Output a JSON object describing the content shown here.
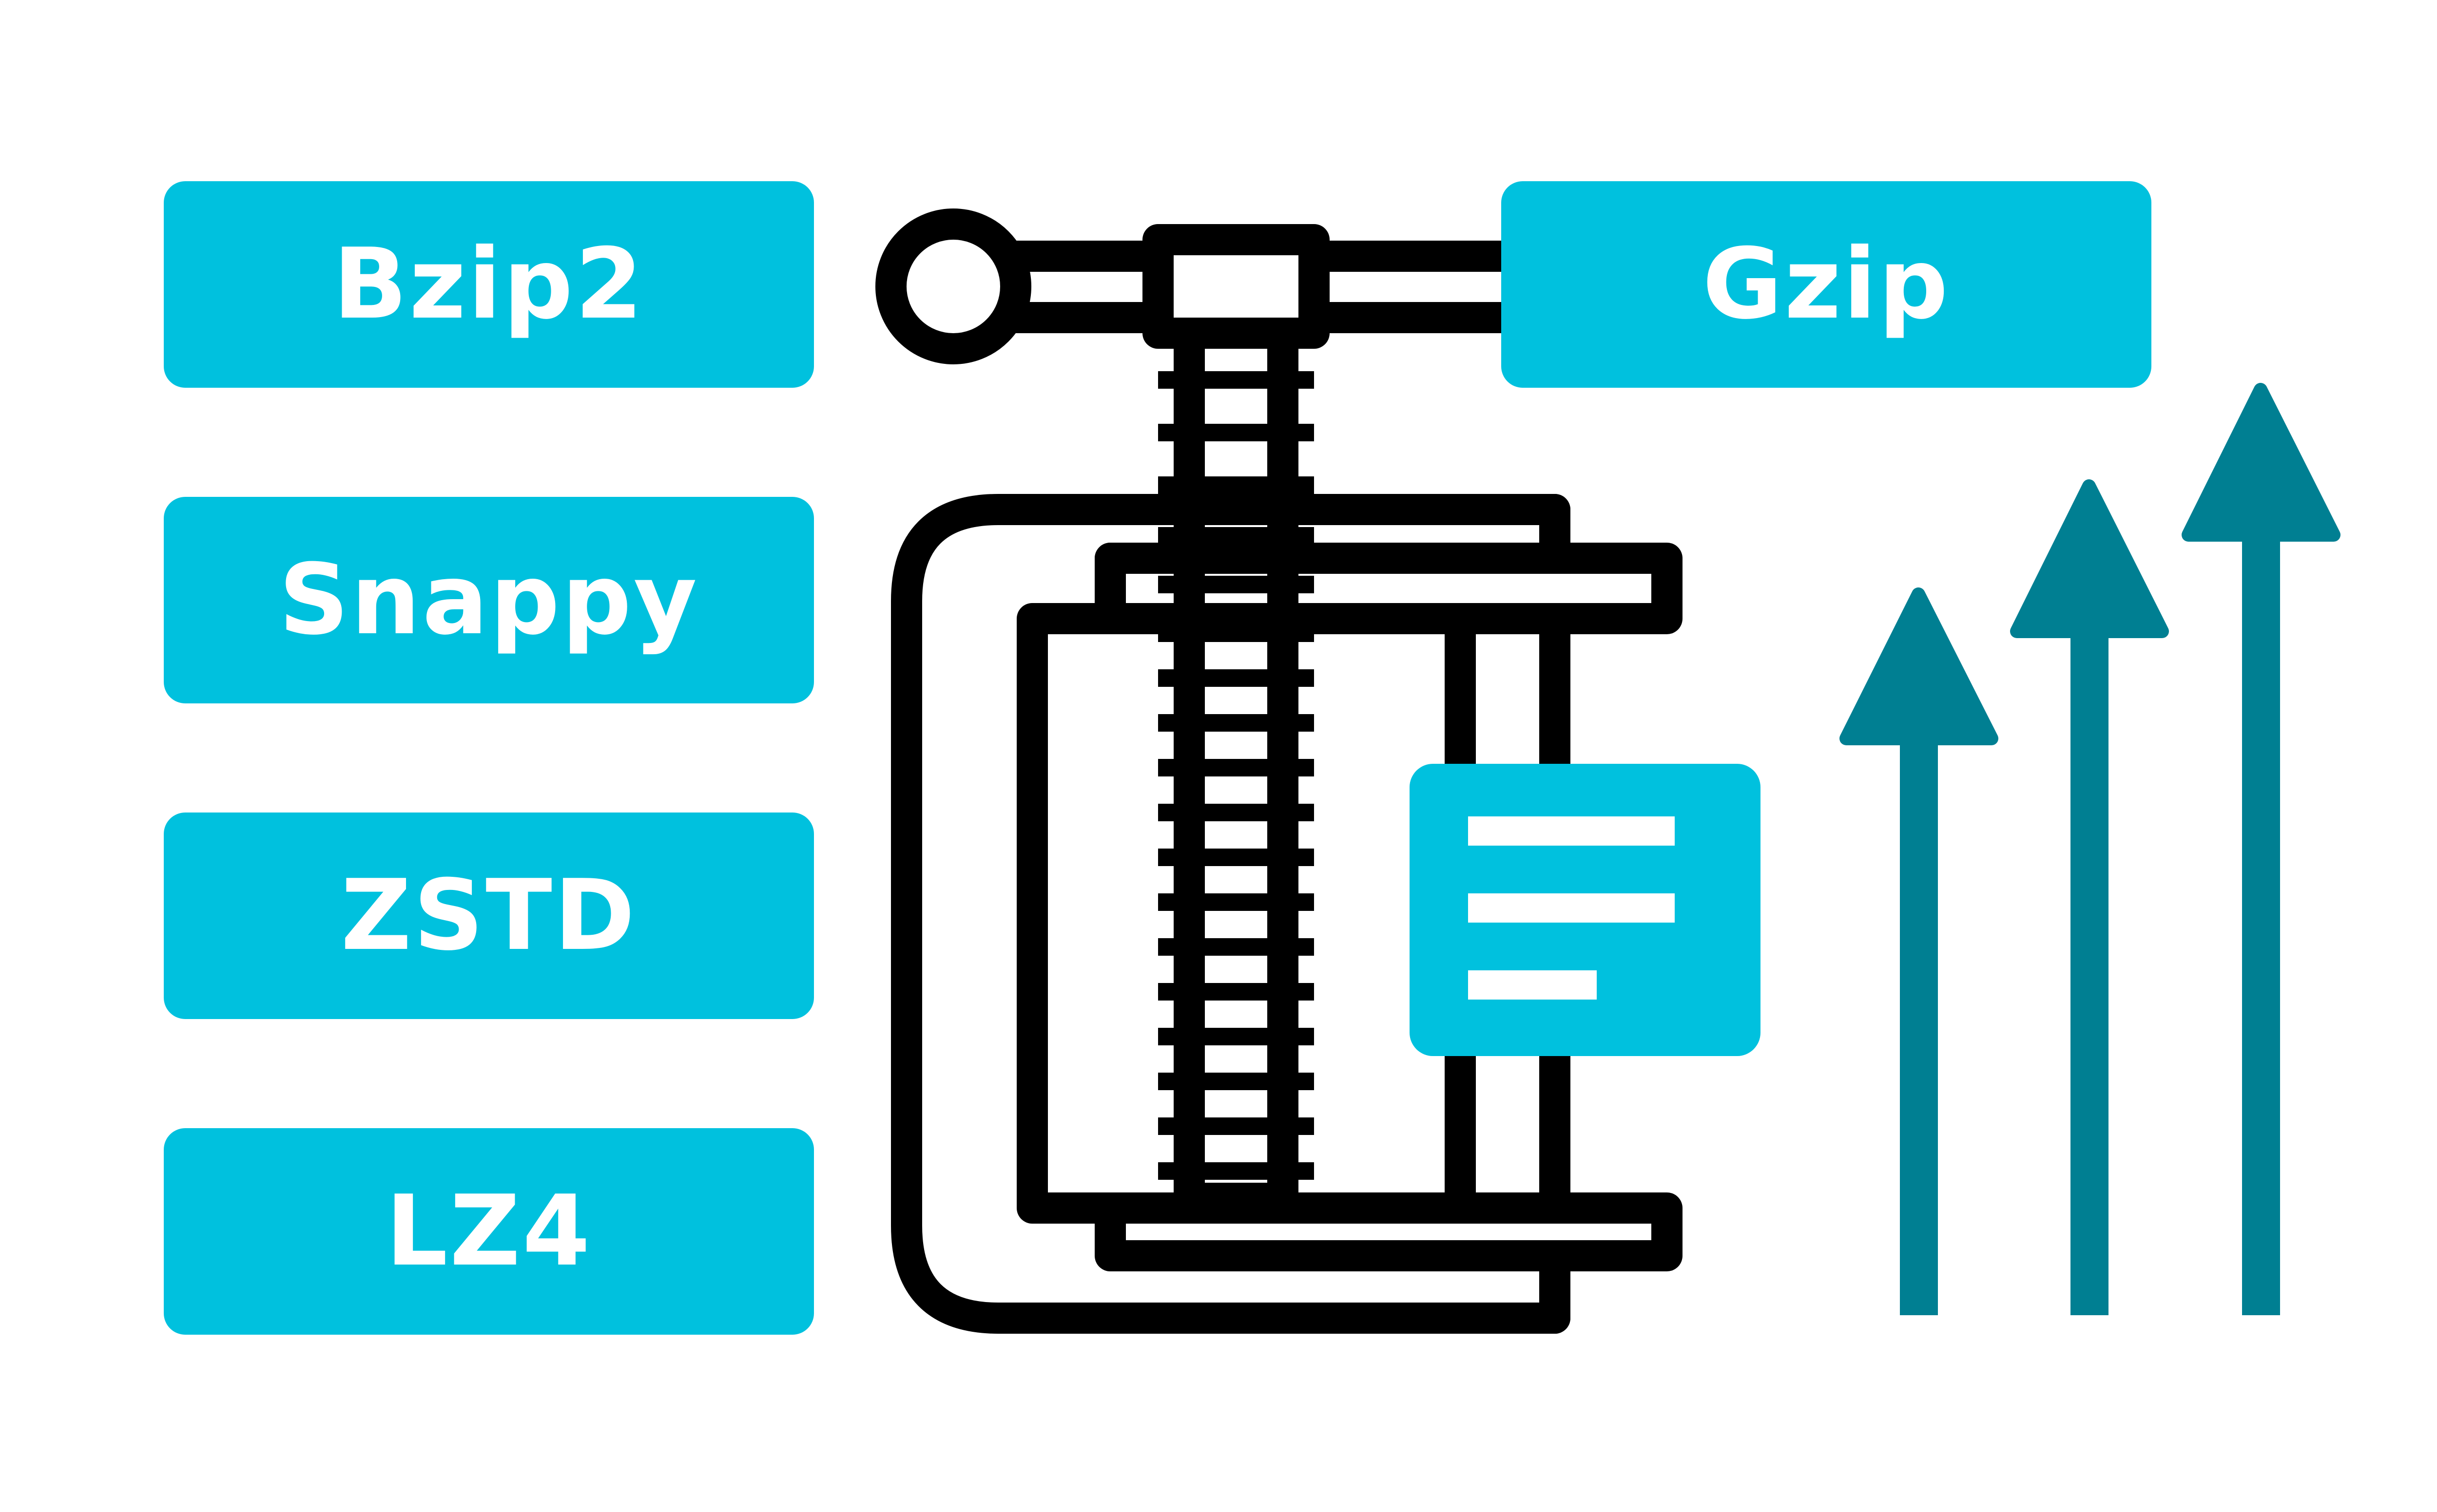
{
  "labels": {
    "bzip2": "Bzip2",
    "snappy": "Snappy",
    "zstd": "ZSTD",
    "lz4": "LZ4",
    "gzip": "Gzip"
  },
  "colors": {
    "accent": "#00c1de",
    "arrow": "#007f92",
    "outline": "#000000",
    "background": "#ffffff",
    "text": "#ffffff"
  },
  "icons": {
    "clamp": "c-clamp-icon",
    "document": "document-icon",
    "arrows": "up-arrows-icon"
  }
}
